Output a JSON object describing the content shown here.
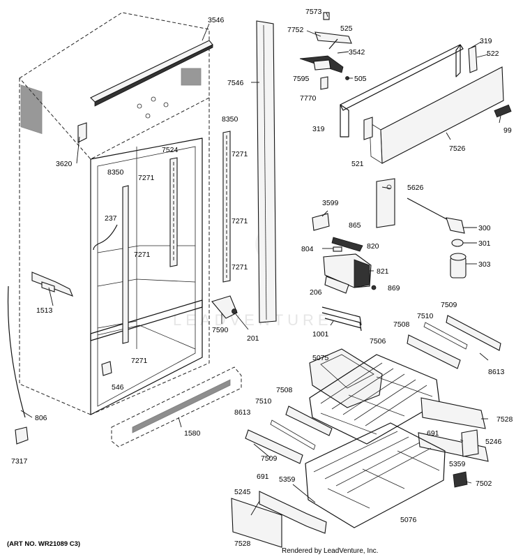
{
  "diagram": {
    "watermark": "LEADVENTURE",
    "art_number": "(ART NO. WR21089 C3)",
    "credit": "Rendered by LeadVenture, Inc.",
    "callouts": [
      {
        "id": "c3546",
        "text": "3546"
      },
      {
        "id": "c7573",
        "text": "7573"
      },
      {
        "id": "c7752",
        "text": "7752"
      },
      {
        "id": "c525",
        "text": "525"
      },
      {
        "id": "c319a",
        "text": "319"
      },
      {
        "id": "c522",
        "text": "522"
      },
      {
        "id": "c3542",
        "text": "3542"
      },
      {
        "id": "c7595",
        "text": "7595"
      },
      {
        "id": "c505",
        "text": "505"
      },
      {
        "id": "c7770",
        "text": "7770"
      },
      {
        "id": "c7546",
        "text": "7546"
      },
      {
        "id": "c8350a",
        "text": "8350"
      },
      {
        "id": "c99",
        "text": "99"
      },
      {
        "id": "c319b",
        "text": "319"
      },
      {
        "id": "c7526",
        "text": "7526"
      },
      {
        "id": "c3620",
        "text": "3620"
      },
      {
        "id": "c7271a",
        "text": "7271"
      },
      {
        "id": "c7524",
        "text": "7524"
      },
      {
        "id": "c521",
        "text": "521"
      },
      {
        "id": "c8350b",
        "text": "8350"
      },
      {
        "id": "c7271b",
        "text": "7271"
      },
      {
        "id": "c5626",
        "text": "5626"
      },
      {
        "id": "c3599",
        "text": "3599"
      },
      {
        "id": "c237",
        "text": "237"
      },
      {
        "id": "c7271c",
        "text": "7271"
      },
      {
        "id": "c865",
        "text": "865"
      },
      {
        "id": "c300",
        "text": "300"
      },
      {
        "id": "c301",
        "text": "301"
      },
      {
        "id": "c804",
        "text": "804"
      },
      {
        "id": "c820",
        "text": "820"
      },
      {
        "id": "c7271d",
        "text": "7271"
      },
      {
        "id": "c303",
        "text": "303"
      },
      {
        "id": "c7271e",
        "text": "7271"
      },
      {
        "id": "c821",
        "text": "821"
      },
      {
        "id": "c869",
        "text": "869"
      },
      {
        "id": "c206",
        "text": "206"
      },
      {
        "id": "c1513",
        "text": "1513"
      },
      {
        "id": "c7590",
        "text": "7590"
      },
      {
        "id": "c201",
        "text": "201"
      },
      {
        "id": "c7509a",
        "text": "7509"
      },
      {
        "id": "c7510a",
        "text": "7510"
      },
      {
        "id": "c7508a",
        "text": "7508"
      },
      {
        "id": "c1001",
        "text": "1001"
      },
      {
        "id": "c7271f",
        "text": "7271"
      },
      {
        "id": "c5075",
        "text": "5075"
      },
      {
        "id": "c7506",
        "text": "7506"
      },
      {
        "id": "c8613a",
        "text": "8613"
      },
      {
        "id": "c546",
        "text": "546"
      },
      {
        "id": "c7508b",
        "text": "7508"
      },
      {
        "id": "c7510b",
        "text": "7510"
      },
      {
        "id": "c806",
        "text": "806"
      },
      {
        "id": "c8613b",
        "text": "8613"
      },
      {
        "id": "c1580",
        "text": "1580"
      },
      {
        "id": "c7528a",
        "text": "7528"
      },
      {
        "id": "c691a",
        "text": "691"
      },
      {
        "id": "c5246",
        "text": "5246"
      },
      {
        "id": "c7317",
        "text": "7317"
      },
      {
        "id": "c7509b",
        "text": "7509"
      },
      {
        "id": "c5359a",
        "text": "5359"
      },
      {
        "id": "c7502",
        "text": "7502"
      },
      {
        "id": "c691b",
        "text": "691"
      },
      {
        "id": "c5359b",
        "text": "5359"
      },
      {
        "id": "c5245",
        "text": "5245"
      },
      {
        "id": "c5076",
        "text": "5076"
      },
      {
        "id": "c7528b",
        "text": "7528"
      }
    ]
  }
}
